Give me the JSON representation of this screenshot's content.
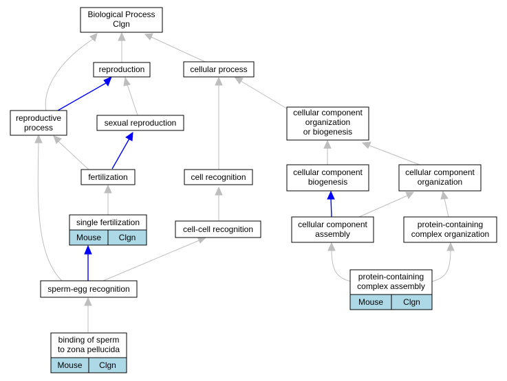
{
  "colors": {
    "node_border": "#000000",
    "node_fill": "#ffffff",
    "annotation_fill": "#add8e6",
    "edge_default": "#bebebe",
    "edge_highlight": "#0000ff"
  },
  "nodes": {
    "biological_process": {
      "lines": [
        "Biological Process",
        "Clgn"
      ]
    },
    "reproduction": {
      "lines": [
        "reproduction"
      ]
    },
    "cellular_process": {
      "lines": [
        "cellular process"
      ]
    },
    "reproductive_process": {
      "lines": [
        "reproductive",
        "process"
      ]
    },
    "sexual_reproduction": {
      "lines": [
        "sexual reproduction"
      ]
    },
    "ccob": {
      "lines": [
        "cellular component",
        "organization",
        "or biogenesis"
      ]
    },
    "fertilization": {
      "lines": [
        "fertilization"
      ]
    },
    "cell_recognition": {
      "lines": [
        "cell recognition"
      ]
    },
    "cc_biogenesis": {
      "lines": [
        "cellular component",
        "biogenesis"
      ]
    },
    "cc_organization": {
      "lines": [
        "cellular component",
        "organization"
      ]
    },
    "single_fertilization": {
      "lines": [
        "single fertilization"
      ],
      "cells": [
        "Mouse",
        "Clgn"
      ]
    },
    "cell_cell_recognition": {
      "lines": [
        "cell-cell recognition"
      ]
    },
    "cc_assembly": {
      "lines": [
        "cellular component",
        "assembly"
      ]
    },
    "pcc_organization": {
      "lines": [
        "protein-containing",
        "complex organization"
      ]
    },
    "sperm_egg_recognition": {
      "lines": [
        "sperm-egg recognition"
      ]
    },
    "pcc_assembly": {
      "lines": [
        "protein-containing",
        "complex assembly"
      ],
      "cells": [
        "Mouse",
        "Clgn"
      ]
    },
    "binding_sperm_zp": {
      "lines": [
        "binding of sperm",
        "to zona pellucida"
      ],
      "cells": [
        "Mouse",
        "Clgn"
      ]
    }
  }
}
